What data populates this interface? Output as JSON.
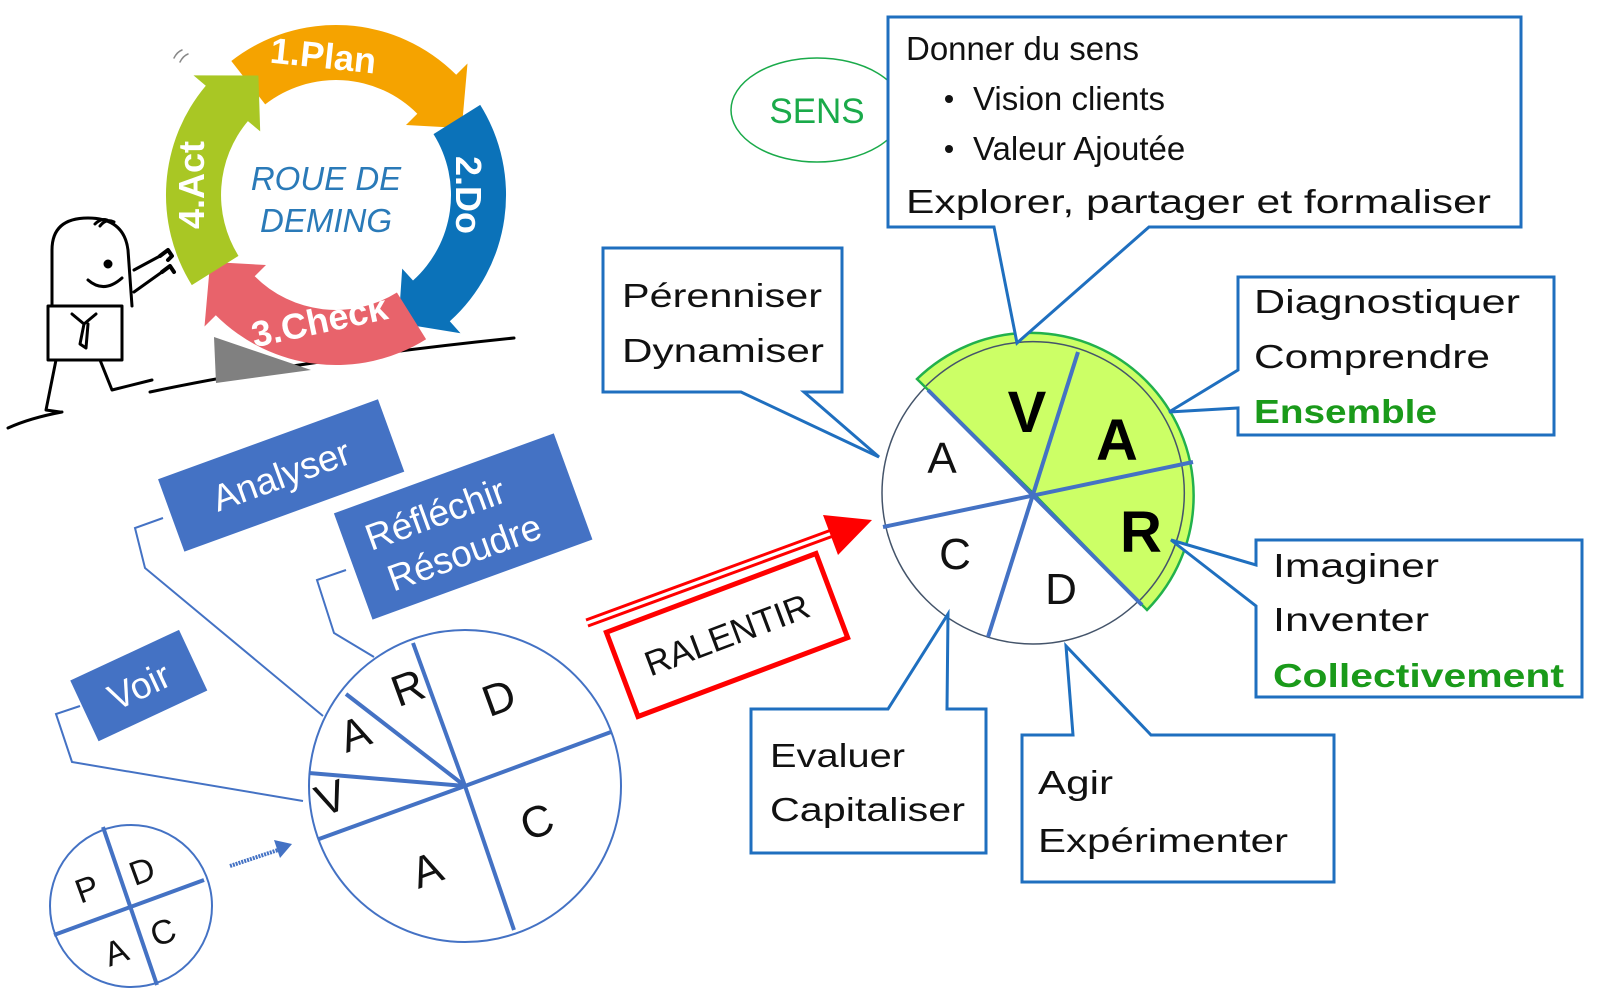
{
  "deming_wheel": {
    "center_text": [
      "ROUE DE",
      "DEMING"
    ],
    "segments": [
      {
        "label": "1.Plan",
        "color": "#f5a300"
      },
      {
        "label": "2.Do",
        "color": "#0b72b9"
      },
      {
        "label": "3.Check",
        "color": "#e8636b"
      },
      {
        "label": "4.Act",
        "color": "#a9c724"
      }
    ]
  },
  "pdca_circle": {
    "letters": [
      "P",
      "D",
      "A",
      "C"
    ]
  },
  "vardca_circle": {
    "letters": {
      "r": "R",
      "d": "D",
      "a_top": "A",
      "v": "V",
      "a_bottom": "A",
      "c": "C"
    }
  },
  "blue_labels": {
    "analyser": "Analyser",
    "reflechir": "Réfléchir",
    "resoudre": "Résoudre",
    "voir": "Voir"
  },
  "ralentir": {
    "label": "RALENTIR",
    "color": "#ff0000"
  },
  "sens": {
    "label": "SENS",
    "color": "#1aaa4a"
  },
  "result_circle": {
    "letters": {
      "v": "V",
      "a_bold": "A",
      "r": "R",
      "a": "A",
      "c": "C",
      "d": "D"
    },
    "highlight_color": "#ccff66"
  },
  "callouts": {
    "sens_box": {
      "title": "Donner du sens",
      "bullets": [
        "Vision clients",
        "Valeur Ajoutée"
      ],
      "footer": "Explorer, partager et formaliser"
    },
    "perenniser": [
      "Pérenniser",
      "Dynamiser"
    ],
    "diagnostiquer": [
      "Diagnostiquer",
      "Comprendre",
      "Ensemble"
    ],
    "imaginer": [
      "Imaginer",
      "Inventer",
      "Collectivement"
    ],
    "evaluer": [
      "Evaluer",
      "Capitaliser"
    ],
    "agir": [
      "Agir",
      "Expérimenter"
    ]
  },
  "accent_green": "#1a9a1a",
  "line_blue": "#4472c4"
}
